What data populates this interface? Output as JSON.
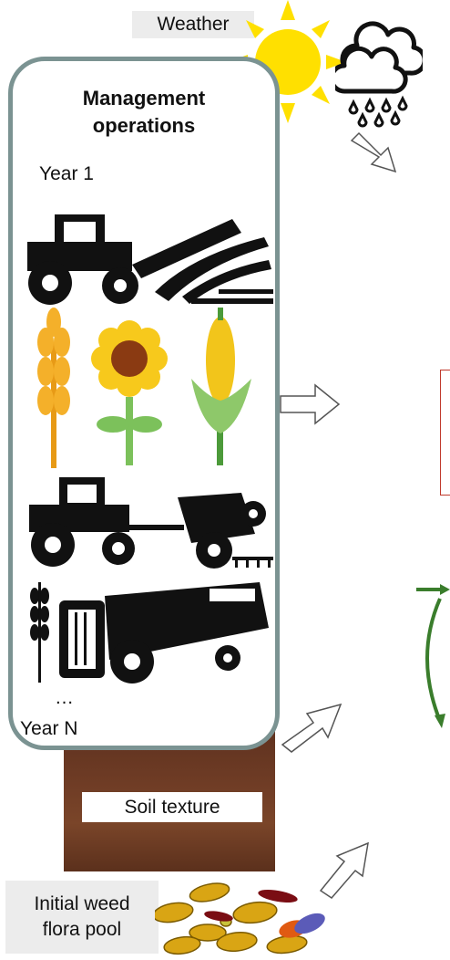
{
  "weather": {
    "label": "Weather"
  },
  "management": {
    "title_line1": "Management",
    "title_line2": "operations",
    "year_first": "Year 1",
    "ellipsis": "…",
    "year_last": "Year N"
  },
  "soil": {
    "label": "Soil texture"
  },
  "weed_pool": {
    "line1": "Initial weed",
    "line2": "flora pool"
  },
  "colors": {
    "panel_border": "#7b9392",
    "sun": "#ffe000",
    "soil": "#6f3c25",
    "red_box": "#c0392b",
    "green_loop": "#3a7d2c"
  }
}
